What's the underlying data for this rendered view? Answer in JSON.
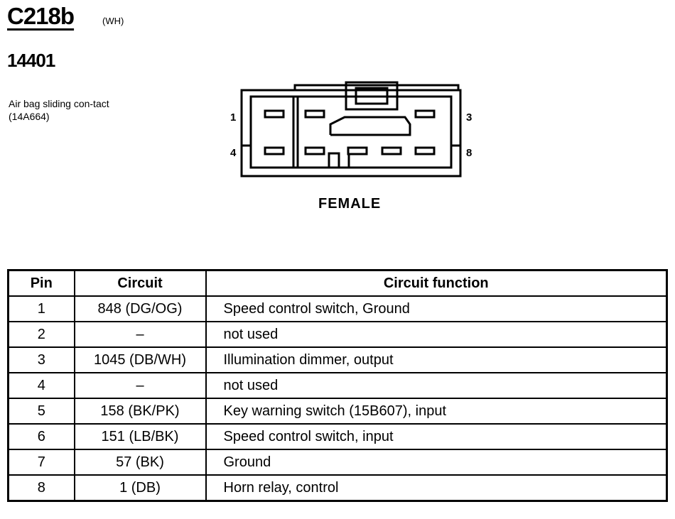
{
  "header": {
    "connector_id": "C218b",
    "connector_color": "(WH)",
    "part_number": "14401",
    "description": "Air bag sliding con-tact (14A664)"
  },
  "diagram": {
    "pin_labels": {
      "top_left": "1",
      "top_right": "3",
      "bottom_left": "4",
      "bottom_right": "8"
    },
    "gender": "FEMALE"
  },
  "table": {
    "headers": [
      "Pin",
      "Circuit",
      "Circuit function"
    ],
    "rows": [
      {
        "pin": "1",
        "circuit": "848 (DG/OG)",
        "function": "Speed control switch, Ground"
      },
      {
        "pin": "2",
        "circuit": "–",
        "function": "not used"
      },
      {
        "pin": "3",
        "circuit": "1045 (DB/WH)",
        "function": "Illumination dimmer, output"
      },
      {
        "pin": "4",
        "circuit": "–",
        "function": "not used"
      },
      {
        "pin": "5",
        "circuit": "158 (BK/PK)",
        "function": "Key warning switch (15B607), input"
      },
      {
        "pin": "6",
        "circuit": "151 (LB/BK)",
        "function": "Speed control switch, input"
      },
      {
        "pin": "7",
        "circuit": "57 (BK)",
        "function": "Ground"
      },
      {
        "pin": "8",
        "circuit": "1 (DB)",
        "function": "Horn relay, control"
      }
    ]
  }
}
